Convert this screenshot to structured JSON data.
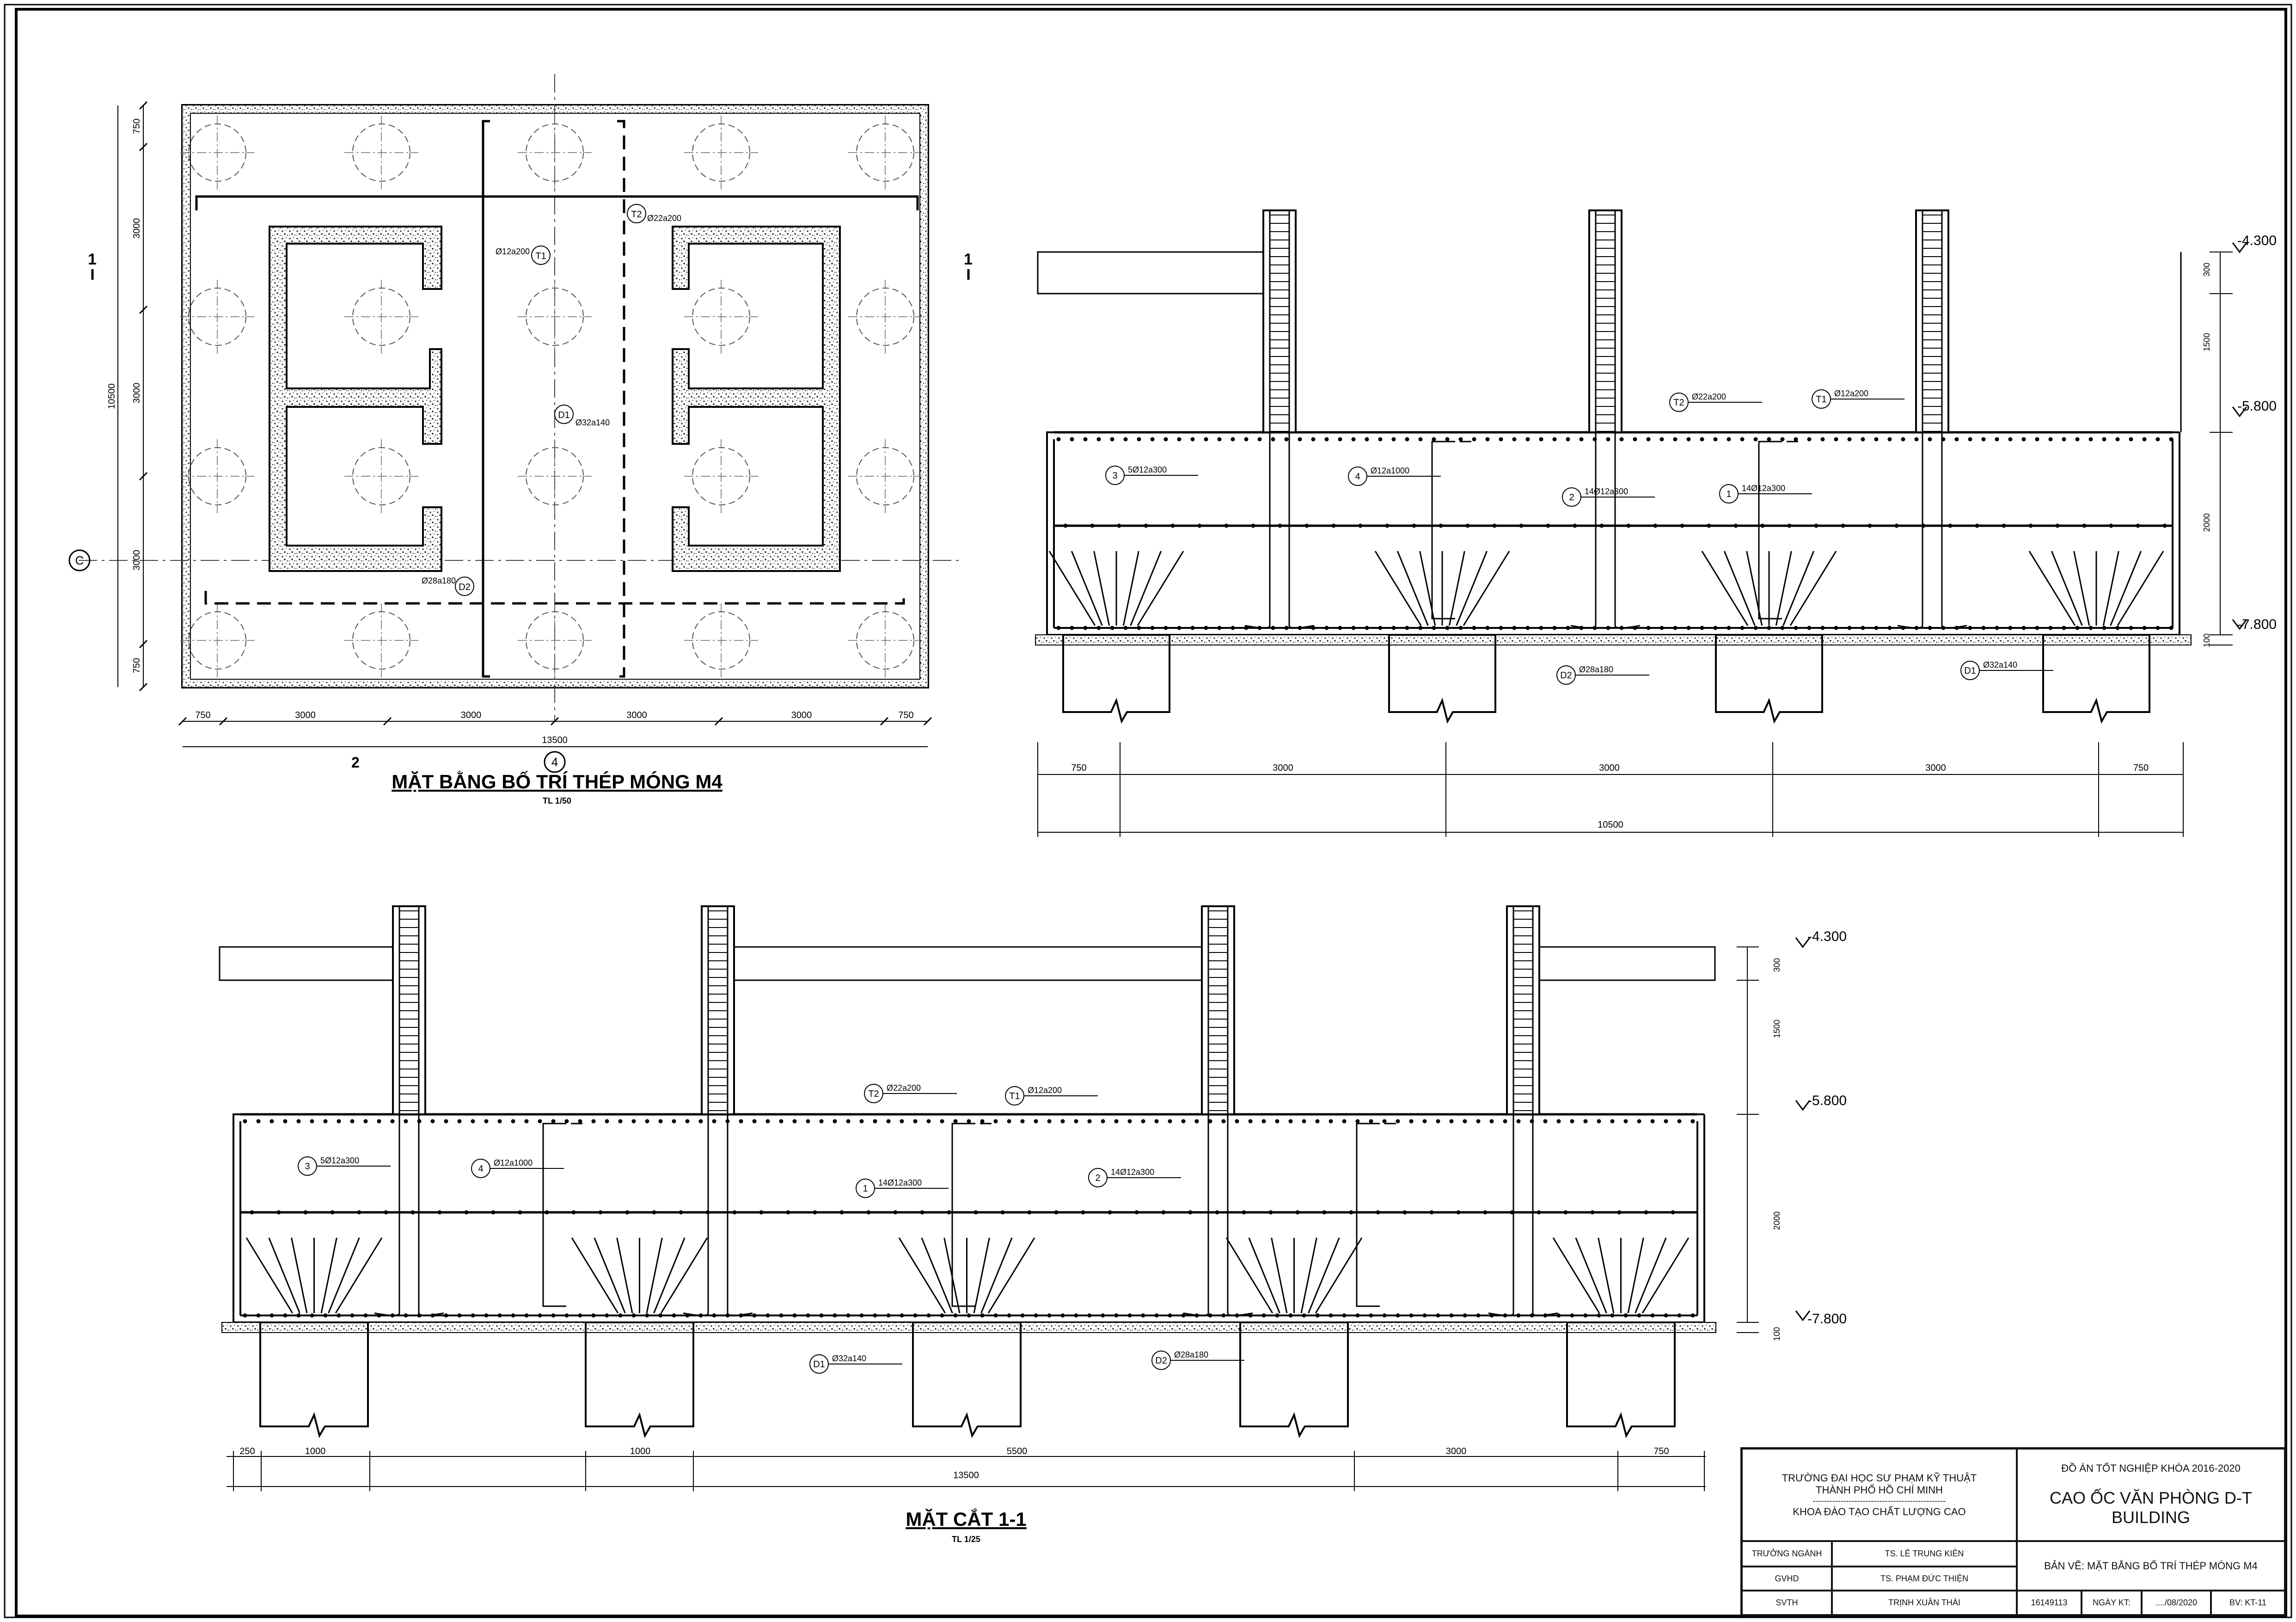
{
  "plan": {
    "title": "MẶT BẰNG BỐ TRÍ THÉP MÓNG M4",
    "scale": "TL 1/50",
    "axis_labels": [
      "1",
      "1",
      "C",
      "2",
      "4"
    ],
    "dims_bottom": [
      "750",
      "3000",
      "3000",
      "3000",
      "3000",
      "750"
    ],
    "dim_total": "13500",
    "dims_left": [
      "750",
      "3000",
      "3000",
      "3000",
      "750"
    ],
    "dim_left_total": "10500",
    "bars": [
      {
        "mark": "T1",
        "text": "Ø12a200"
      },
      {
        "mark": "T2",
        "text": "Ø22a200"
      },
      {
        "mark": "D1",
        "text": "Ø32a140"
      },
      {
        "mark": "D2",
        "text": "Ø28a180"
      }
    ]
  },
  "section_right": {
    "levels": [
      "-4.300",
      "-5.800",
      "-7.800"
    ],
    "dims_right": [
      "300",
      "1500",
      "2000",
      "100"
    ],
    "dims_bottom": [
      "750",
      "3000",
      "3000",
      "3000",
      "750"
    ],
    "dim_total": "10500",
    "callouts": [
      {
        "mark": "T2",
        "text": "Ø22a200"
      },
      {
        "mark": "T1",
        "text": "Ø12a200"
      },
      {
        "mark": "3",
        "text": "5Ø12a300"
      },
      {
        "mark": "4",
        "text": "Ø12a1000"
      },
      {
        "mark": "2",
        "text": "14Ø12a300"
      },
      {
        "mark": "1",
        "text": "14Ø12a300"
      },
      {
        "mark": "D2",
        "text": "Ø28a180"
      },
      {
        "mark": "D1",
        "text": "Ø32a140"
      }
    ]
  },
  "section_bottom": {
    "title": "MẶT CẮT 1-1",
    "scale": "TL 1/25",
    "levels": [
      "-4.300",
      "-5.800",
      "-7.800"
    ],
    "dims_right": [
      "300",
      "1500",
      "2000",
      "100"
    ],
    "dims_bottom": [
      "250",
      "1000",
      "1000",
      "5500",
      "3000",
      "750"
    ],
    "dim_total": "13500",
    "callouts": [
      {
        "mark": "T2",
        "text": "Ø22a200"
      },
      {
        "mark": "T1",
        "text": "Ø12a200"
      },
      {
        "mark": "3",
        "text": "5Ø12a300"
      },
      {
        "mark": "4",
        "text": "Ø12a1000"
      },
      {
        "mark": "1",
        "text": "14Ø12a300"
      },
      {
        "mark": "2",
        "text": "14Ø12a300"
      },
      {
        "mark": "D1",
        "text": "Ø32a140"
      },
      {
        "mark": "D2",
        "text": "Ø28a180"
      }
    ]
  },
  "title_block": {
    "school_1": "TRƯỜNG ĐẠI HỌC SƯ PHẠM KỸ THUẬT",
    "school_2": "THÀNH PHỐ HỒ CHÍ MINH",
    "faculty": "KHOA ĐÀO TẠO CHẤT LƯỢNG CAO",
    "project_header": "ĐỒ ÁN TỐT NGHIỆP KHÓA 2016-2020",
    "project_name": "CAO ỐC VĂN PHÒNG D-T BUILDING",
    "rows": [
      {
        "role": "TRƯỞNG NGÀNH",
        "name": "TS. LÊ TRUNG KIÊN"
      },
      {
        "role": "GVHD",
        "name": "TS. PHẠM ĐỨC THIỆN"
      },
      {
        "role": "SVTH",
        "name": "TRỊNH XUÂN THÁI"
      }
    ],
    "drawing": "BẢN VẼ: MẶT BẰNG BỐ TRÍ THÉP MÓNG M4",
    "student_id": "16149113",
    "date_label": "NGÀY KT:",
    "date": "..../08/2020",
    "sheet_no": "BV: KT-11"
  }
}
